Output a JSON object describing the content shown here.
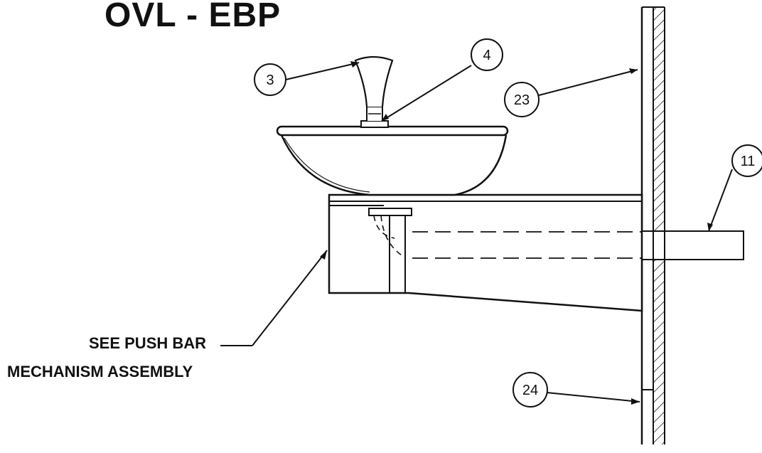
{
  "title": "OVL - EBP",
  "note_line1": "SEE PUSH BAR",
  "note_line2": "MECHANISM ASSEMBLY",
  "callouts": [
    {
      "id": "3",
      "label": "3"
    },
    {
      "id": "4",
      "label": "4"
    },
    {
      "id": "23",
      "label": "23"
    },
    {
      "id": "11",
      "label": "11"
    },
    {
      "id": "24",
      "label": "24"
    }
  ],
  "colors": {
    "ink": "#111111",
    "paper": "#ffffff"
  }
}
